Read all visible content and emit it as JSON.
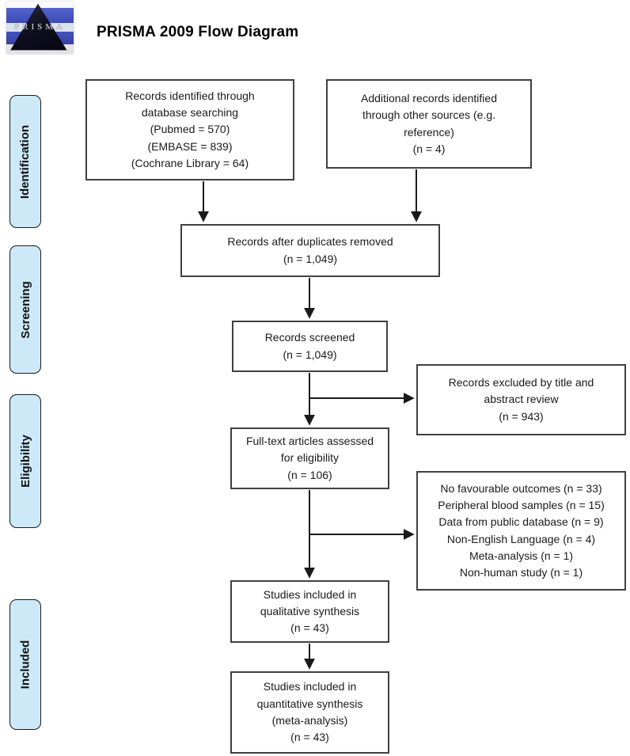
{
  "header": {
    "title": "PRISMA 2009 Flow Diagram",
    "logo_label": "PRISMA"
  },
  "stages": {
    "identification": "Identification",
    "screening": "Screening",
    "eligibility": "Eligibility",
    "included": "Included"
  },
  "boxes": {
    "database_records": {
      "lines": [
        "Records identified through",
        "database searching",
        "(Pubmed = 570)",
        "(EMBASE = 839)",
        "(Cochrane Library = 64)"
      ]
    },
    "other_sources": {
      "lines": [
        "Additional records identified",
        "through other sources (e.g.",
        "reference)",
        "(n = 4)"
      ]
    },
    "after_duplicates": {
      "lines": [
        "Records after duplicates removed",
        "(n = 1,049)"
      ]
    },
    "screened": {
      "lines": [
        "Records screened",
        "(n = 1,049)"
      ]
    },
    "excluded_title_abstract": {
      "lines": [
        "Records excluded by title and",
        "abstract review",
        "(n = 943)"
      ]
    },
    "fulltext_assessed": {
      "lines": [
        "Full-text articles assessed",
        "for eligibility",
        "(n = 106)"
      ]
    },
    "fulltext_excluded_reasons": {
      "lines": [
        "No favourable outcomes (n = 33)",
        "Peripheral blood samples (n = 15)",
        "Data from public database (n = 9)",
        "Non-English Language (n = 4)",
        "Meta-analysis (n = 1)",
        "Non-human study (n = 1)"
      ]
    },
    "qualitative_synthesis": {
      "lines": [
        "Studies included in",
        "qualitative synthesis",
        "(n = 43)"
      ]
    },
    "quantitative_synthesis": {
      "lines": [
        "Studies included in",
        "quantitative synthesis",
        "(meta-analysis)",
        "(n = 43)"
      ]
    }
  },
  "colors": {
    "stage_fill": "#cde9f8",
    "box_border": "#404040",
    "arrow": "#1a1a1a",
    "logo_blue": "#5565cc"
  }
}
